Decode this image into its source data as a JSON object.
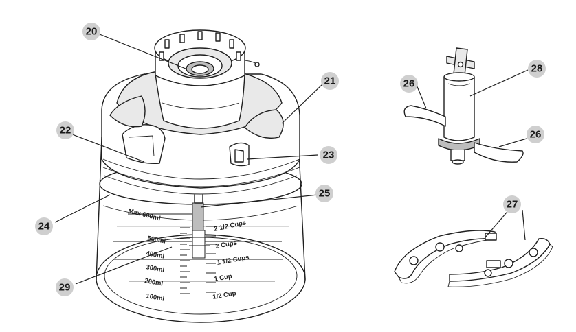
{
  "callouts": [
    "20",
    "21",
    "22",
    "23",
    "24",
    "25",
    "26",
    "26",
    "27",
    "28",
    "29"
  ],
  "scale_ml": [
    "Max 600ml",
    "500ml",
    "400ml",
    "300ml",
    "200ml",
    "100ml"
  ],
  "scale_cups": [
    "2 1/2 Cups",
    "2 Cups",
    "1 1/2 Cups",
    "1 Cup",
    "1/2 Cup"
  ]
}
